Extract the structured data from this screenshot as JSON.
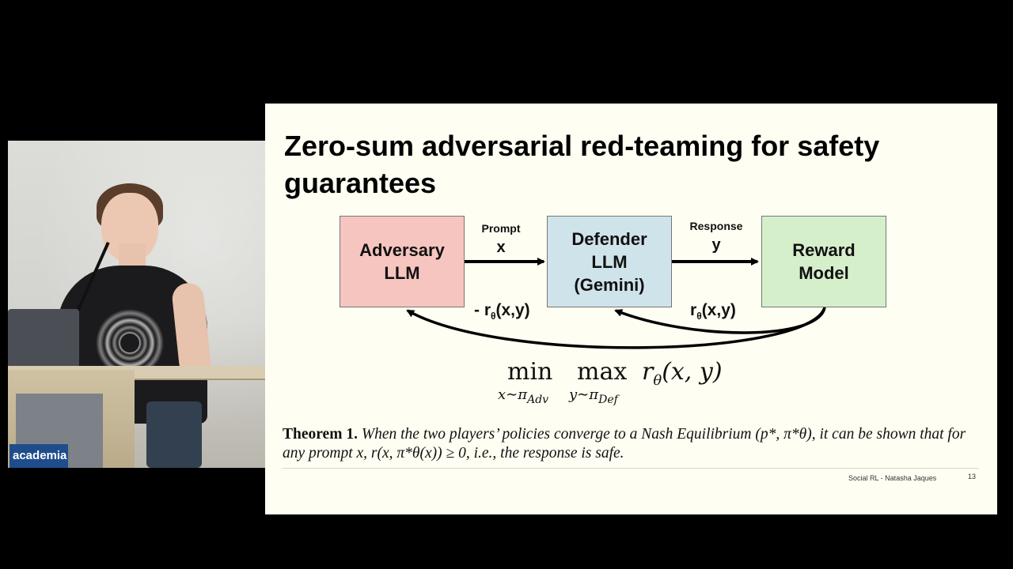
{
  "slide": {
    "title": "Zero-sum adversarial red-teaming for safety guarantees",
    "diagram": {
      "adversary": "Adversary\nLLM",
      "defender": "Defender\nLLM\n(Gemini)",
      "reward": "Reward\nModel",
      "prompt_label": "Prompt",
      "prompt_var": "x",
      "response_label": "Response",
      "response_var": "y",
      "neg_reward_prefix": "- r",
      "reward_prefix": "r",
      "reward_subscript": "θ",
      "reward_args": "(x,y)",
      "colors": {
        "adversary": "#f7c5c0",
        "defender": "#cfe3ea",
        "reward": "#d6efcb"
      }
    },
    "equation": {
      "min": "min",
      "min_sub": "x∼π",
      "min_sub_idx": "Adv",
      "max": "max",
      "max_sub": "y∼π",
      "max_sub_idx": "Def",
      "objective": "r",
      "objective_sub": "θ",
      "objective_args": "(x, y)"
    },
    "theorem": {
      "heading": "Theorem 1.",
      "body": "When the two players’ policies converge to a Nash Equilibrium (p*, π*θ), it can be shown that for any prompt x, r(x, π*θ(x)) ≥ 0, i.e., the response is safe."
    },
    "footer": {
      "author": "Social RL - Natasha Jaques",
      "page": "13"
    }
  },
  "video": {
    "sign_text": "academia"
  }
}
